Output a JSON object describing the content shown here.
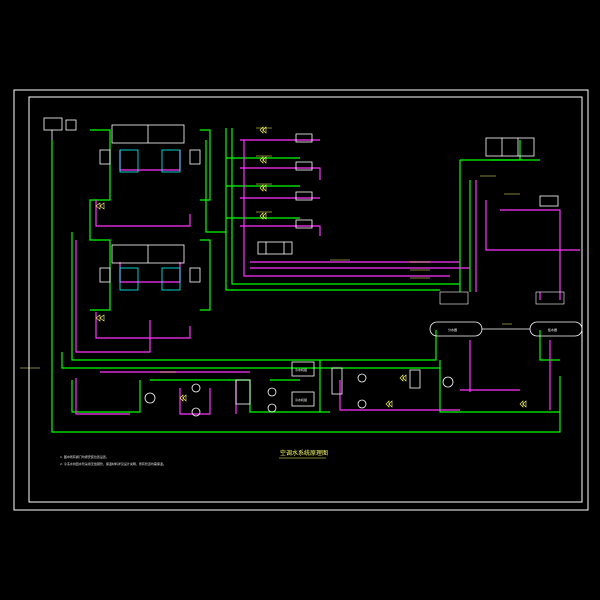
{
  "drawing": {
    "title": "空调水系统原理图",
    "notes": [
      "1. 图中所有阀门均按安装位置设置。",
      "2. 冷冻水供回水管采用无缝钢管，保温材料详见设计说明，所有管道均需保温。"
    ]
  },
  "colors": {
    "background": "#000000",
    "frame": "#ffffff",
    "supply_pipe": "#00ff00",
    "return_pipe": "#ff33ff",
    "label": "#ffff66",
    "equipment": "#ffffff",
    "accent": "#00ffff"
  },
  "equipment": {
    "chiller_1": "冷水机组",
    "chiller_2": "冷水机组",
    "supply_header": "分水器",
    "return_header": "集水器"
  }
}
